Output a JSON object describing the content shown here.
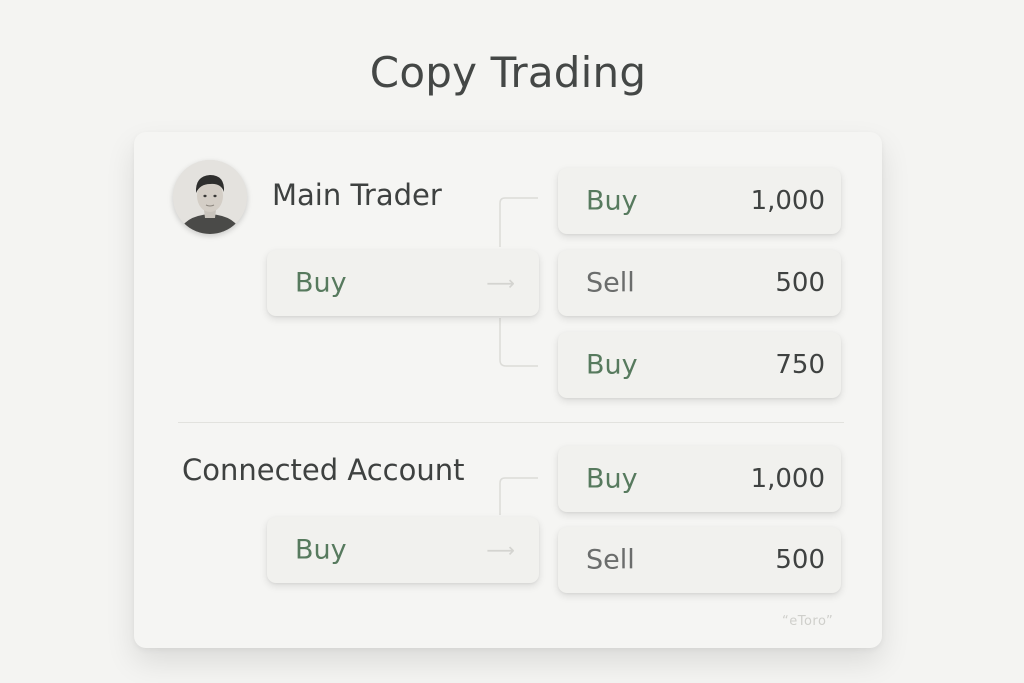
{
  "page": {
    "title": "Copy Trading"
  },
  "main_trader": {
    "label": "Main Trader",
    "source_order": {
      "side": "Buy"
    },
    "copied_orders": [
      {
        "side": "Buy",
        "amount": "1,000"
      },
      {
        "side": "Sell",
        "amount": "500"
      },
      {
        "side": "Buy",
        "amount": "750"
      }
    ]
  },
  "connected_account": {
    "label": "Connected Account",
    "source_order": {
      "side": "Buy"
    },
    "copied_orders": [
      {
        "side": "Buy",
        "amount": "1,000"
      },
      {
        "side": "Sell",
        "amount": "500"
      }
    ]
  },
  "watermark": "“eToro”",
  "icons": {
    "avatar": "trader-avatar-icon",
    "arrow": "arrow-right-icon"
  },
  "colors": {
    "buy": "#577a5e",
    "sell": "#6b6d6c",
    "background": "#f4f4f2"
  }
}
